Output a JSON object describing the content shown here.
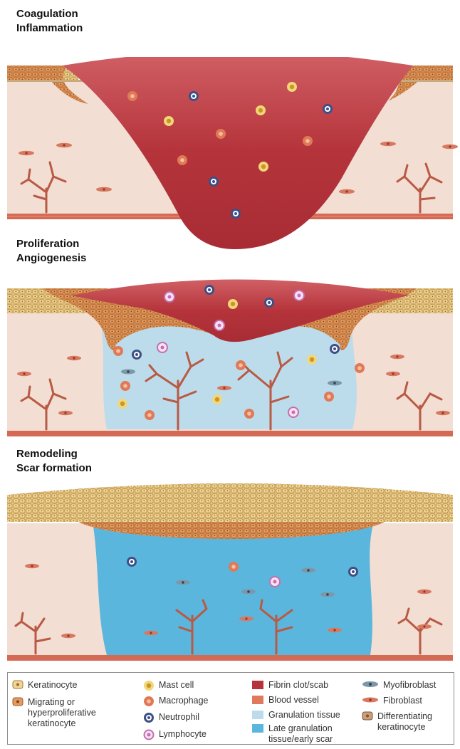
{
  "stages": [
    {
      "title_line1": "Coagulation",
      "title_line2": "Inflammation"
    },
    {
      "title_line1": "Proliferation",
      "title_line2": "Angiogenesis"
    },
    {
      "title_line1": "Remodeling",
      "title_line2": "Scar formation"
    }
  ],
  "legend": {
    "keratinocyte": "Keratinocyte",
    "migrating_keratinocyte": "Migrating or\nhyperproliferative\nkeratinocyte",
    "mast_cell": "Mast cell",
    "macrophage": "Macrophage",
    "neutrophil": "Neutrophil",
    "lymphocyte": "Lymphocyte",
    "fibrin_clot": "Fibrin clot/scab",
    "blood_vessel": "Blood vessel",
    "granulation_tissue": "Granulation tissue",
    "late_granulation": "Late granulation\ntissue/early scar",
    "myofibroblast": "Myofibroblast",
    "fibroblast": "Fibroblast",
    "differentiating_keratinocyte": "Differentiating\nkeratinocyte"
  },
  "colors": {
    "dermis": "#f3ded4",
    "epidermis": "#e3bf78",
    "migrating": "#d9894e",
    "clot": "#b5343b",
    "vessel": "#c25f47",
    "granulation": "#bcdcec",
    "late_granulation": "#5bb6de",
    "neutrophil": "#3d4f86",
    "macrophage": "#e07a56",
    "mast_cell": "#c9962a",
    "lymphocyte": "#c36fb2",
    "fibroblast": "#d97860",
    "myofibroblast": "#7c98a8"
  }
}
